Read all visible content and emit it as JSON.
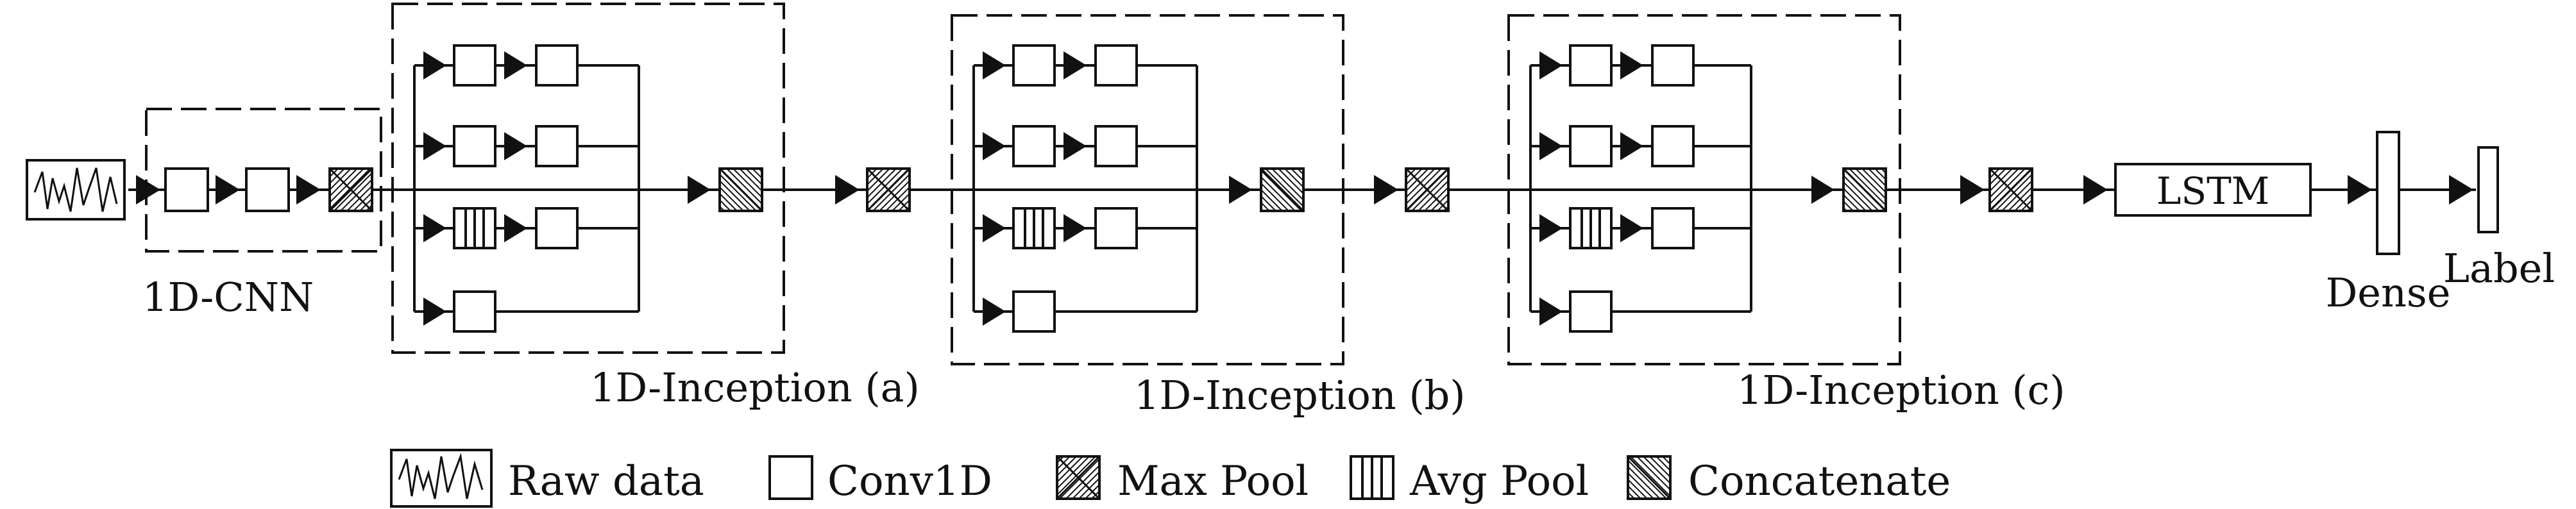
{
  "labels": {
    "cnn": "1D-CNN",
    "inception_a": "1D-Inception (a)",
    "inception_b": "1D-Inception (b)",
    "inception_c": "1D-Inception (c)",
    "lstm": "LSTM",
    "dense": "Dense",
    "label": "Label"
  },
  "legend": {
    "raw_data": "Raw data",
    "conv1d": "Conv1D",
    "max_pool": "Max Pool",
    "avg_pool": "Avg Pool",
    "concatenate": "Concatenate"
  },
  "colors": {
    "stroke": "#111111",
    "background": "#ffffff"
  }
}
